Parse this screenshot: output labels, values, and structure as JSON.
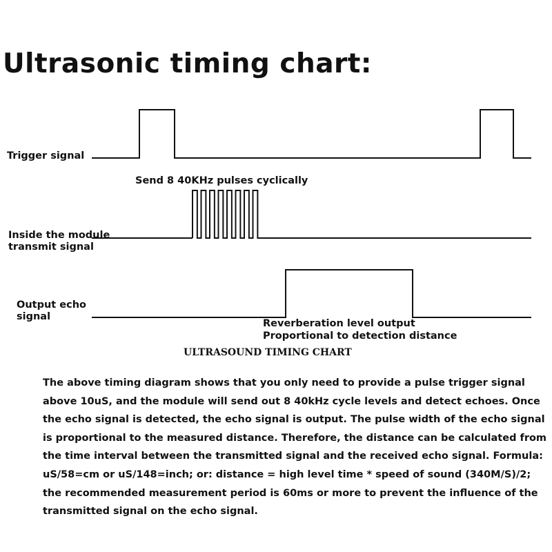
{
  "title": "Ultrasonic timing chart:",
  "signals": {
    "trigger": "Trigger signal",
    "transmit_line1": "Inside the module",
    "transmit_line2": "transmit signal",
    "echo_line1": "Output echo",
    "echo_line2": "signal"
  },
  "annotations": {
    "pulses": "Send 8 40KHz pulses cyclically",
    "reverb_line1": "Reverberation level output",
    "reverb_line2": "Proportional to detection distance"
  },
  "caption": "ULTRASOUND TIMING CHART",
  "description": [
    "The above timing diagram shows that you only need to provide a pulse trigger signal",
    " above 10uS, and the module will send out 8 40kHz cycle levels and detect echoes. Once",
    " the echo signal is detected, the echo signal is output. The pulse width of the echo signal",
    "is proportional to the measured distance. Therefore, the distance can be calculated from",
    "the time interval between the transmitted signal and the received echo signal. Formula:",
    " uS/58=cm or uS/148=inch; or: distance = high level time * speed of sound (340M/S)/2;",
    " the recommended measurement period is 60ms or more to prevent the influence of the",
    "transmitted signal on the echo signal."
  ]
}
